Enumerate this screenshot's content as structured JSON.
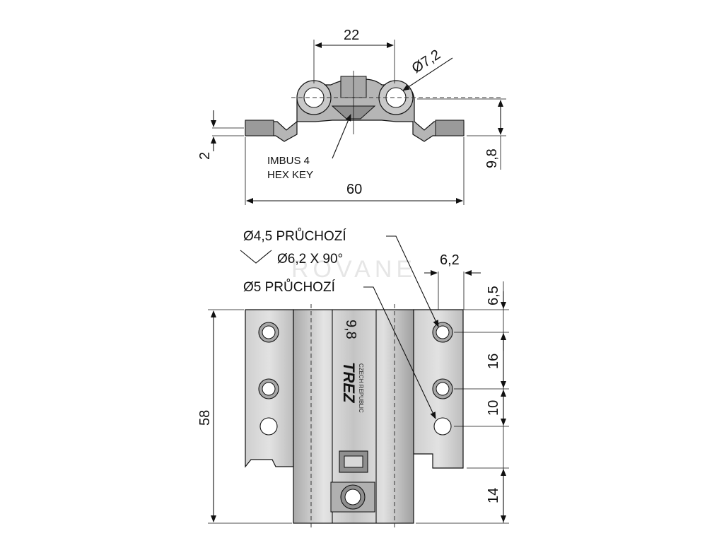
{
  "top_view": {
    "dim_width_top": "22",
    "dim_hole_dia": "Ø7,2",
    "dim_thickness": "2",
    "dim_height": "9,8",
    "dim_overall_width": "60",
    "note_line1": "IMBUS 4",
    "note_line2": "HEX KEY"
  },
  "front_view": {
    "callout_through_45": "Ø4,5 PRŮCHOZÍ",
    "callout_countersink": "Ø6,2 X 90°",
    "callout_through_5": "Ø5 PRŮCHOZÍ",
    "dim_hole_spacing_h": "6,2",
    "dim_top_offset": "6,5",
    "dim_16": "16",
    "dim_10": "10",
    "dim_58": "58",
    "dim_14": "14",
    "part_marking": "9,8",
    "logo_text": "TREZ",
    "logo_subtext": "CZECH REPUBLIC"
  },
  "colors": {
    "metal_light": "#d8d8d8",
    "metal_mid": "#b8b8b8",
    "metal_dark": "#8a8a8a",
    "line": "#111111"
  }
}
